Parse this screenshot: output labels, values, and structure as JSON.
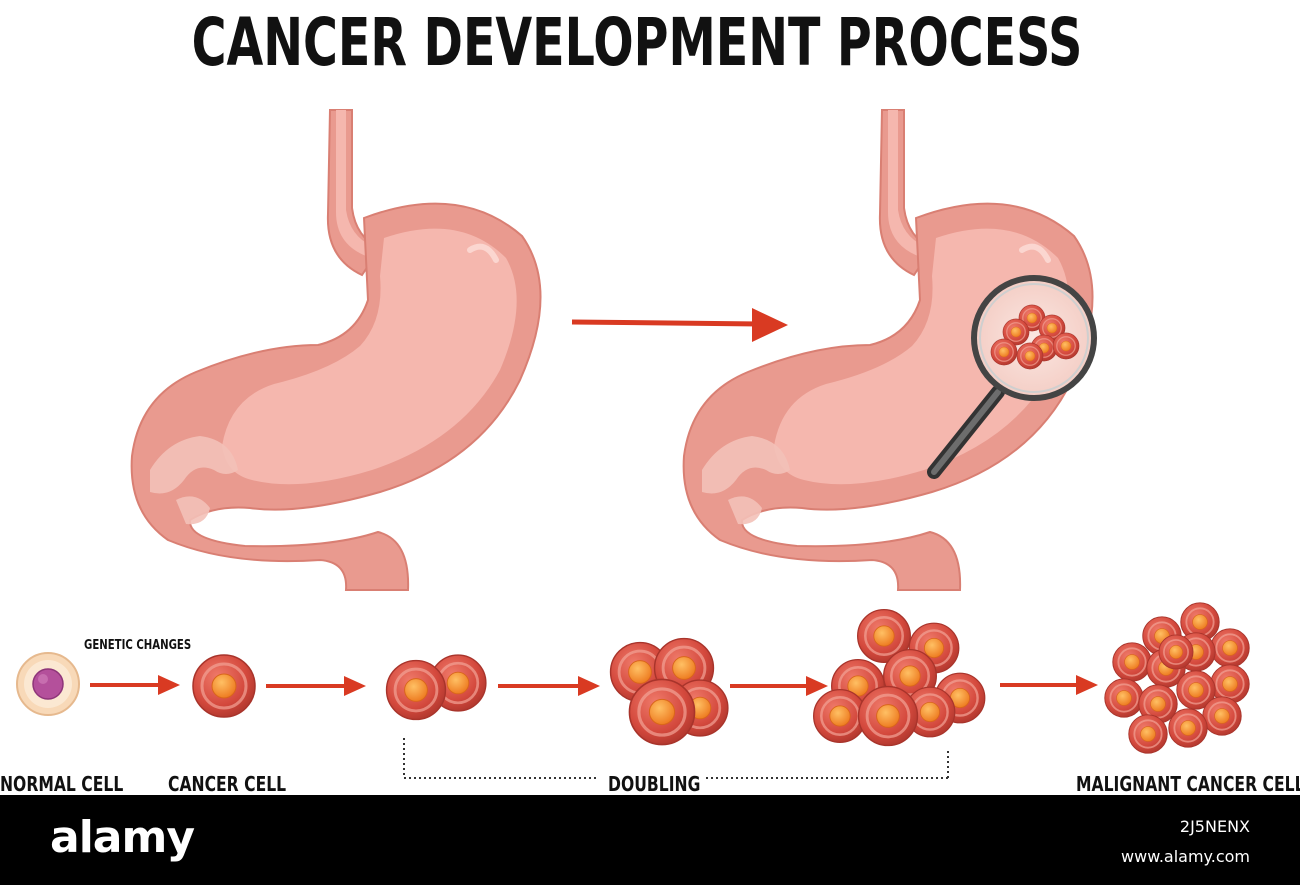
{
  "title": "CANCER DEVELOPMENT PROCESS",
  "labels": {
    "genetic_changes": "GENETIC CHANGES",
    "normal_cell": "NORMAL CELL",
    "cancer_cell": "CANCER CELL",
    "doubling": "DOUBLING",
    "malignant": "MALIGNANT CANCER CELLS"
  },
  "footer": {
    "logo": "alamy",
    "image_id": "2J5NENX",
    "url": "www.alamy.com"
  },
  "colors": {
    "stomach_outer": "#e99a8f",
    "stomach_inner": "#f5b7ae",
    "arrow": "#d93a22",
    "cancer_cell": "#c8453b",
    "nucleus": "#f08a2b",
    "normal_cell_outer": "#f8d9b8",
    "normal_nucleus": "#b4509b"
  }
}
